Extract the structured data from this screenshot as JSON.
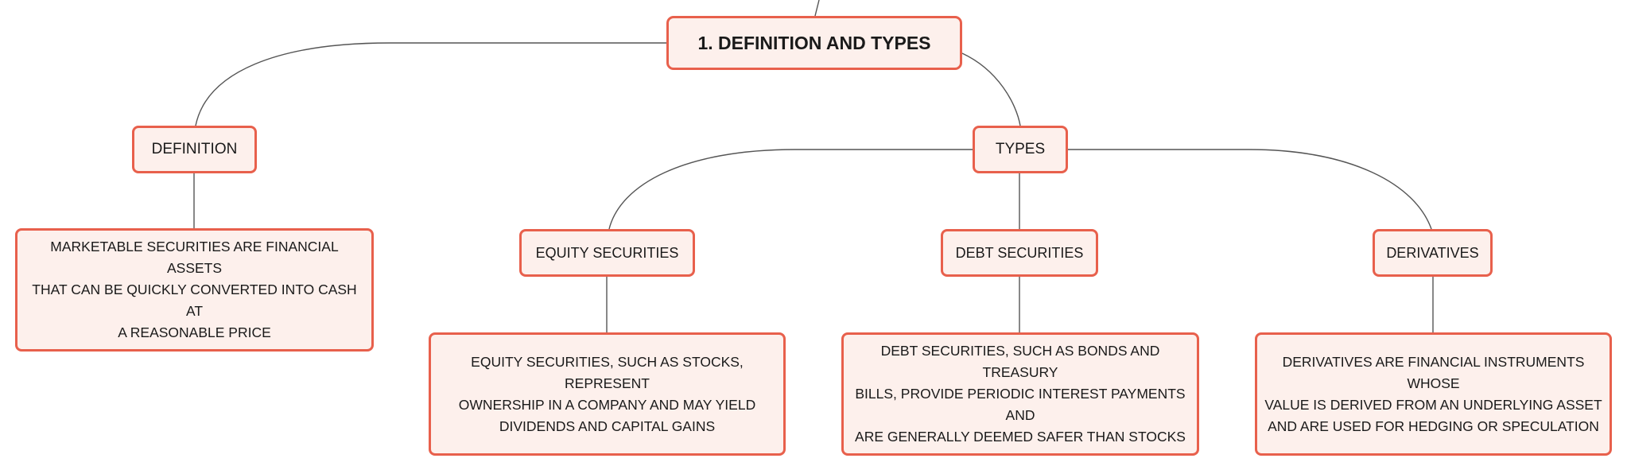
{
  "diagram": {
    "root": {
      "label": "1. DEFINITION AND TYPES"
    },
    "definition": {
      "label": "DEFINITION",
      "description_lines": [
        "MARKETABLE SECURITIES ARE FINANCIAL ASSETS",
        "THAT CAN BE QUICKLY CONVERTED INTO CASH AT",
        "A REASONABLE PRICE"
      ]
    },
    "types": {
      "label": "TYPES",
      "equity": {
        "label": "EQUITY SECURITIES",
        "description_lines": [
          "EQUITY SECURITIES, SUCH AS STOCKS, REPRESENT",
          "OWNERSHIP IN A COMPANY AND MAY YIELD",
          "DIVIDENDS AND CAPITAL GAINS"
        ]
      },
      "debt": {
        "label": "DEBT SECURITIES",
        "description_lines": [
          "DEBT SECURITIES, SUCH AS BONDS AND TREASURY",
          "BILLS, PROVIDE PERIODIC INTEREST PAYMENTS AND",
          "ARE GENERALLY DEEMED SAFER THAN STOCKS"
        ]
      },
      "derivatives": {
        "label": "DERIVATIVES",
        "description_lines": [
          "DERIVATIVES ARE FINANCIAL INSTRUMENTS WHOSE",
          "VALUE IS DERIVED FROM AN UNDERLYING ASSET",
          "AND ARE USED FOR HEDGING OR SPECULATION"
        ]
      }
    },
    "colors": {
      "node_border": "#e8604c",
      "node_fill": "#fdf0ec",
      "connector": "#555555"
    }
  }
}
